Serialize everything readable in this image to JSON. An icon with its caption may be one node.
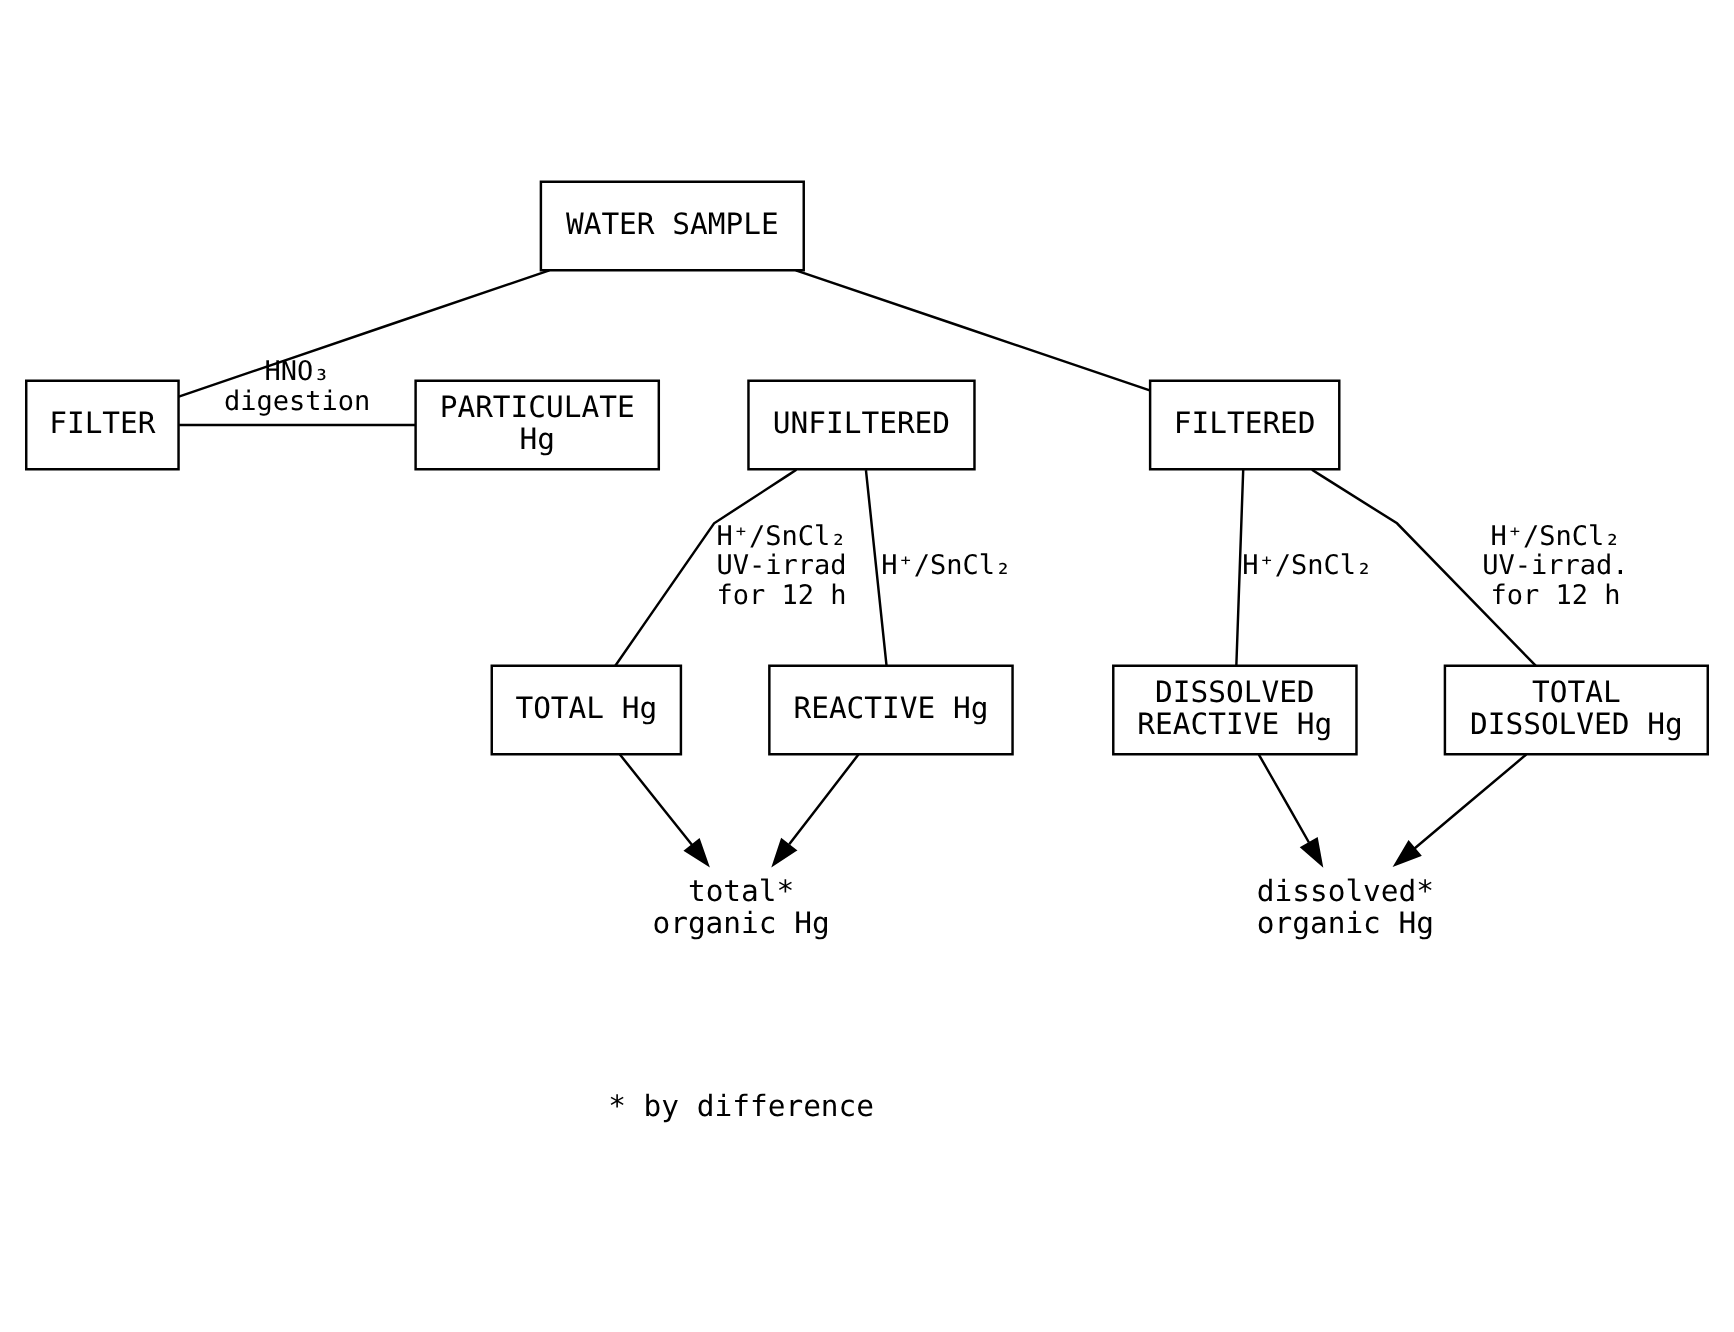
{
  "diagram": {
    "nodes": [
      {
        "text": [
          "WATER SAMPLE"
        ]
      },
      {
        "text": [
          "FILTER"
        ]
      },
      {
        "text": [
          "PARTICULATE Hg"
        ]
      },
      {
        "text": [
          "UNFILTERED"
        ]
      },
      {
        "text": [
          "FILTERED"
        ]
      },
      {
        "text": [
          "TOTAL Hg"
        ]
      },
      {
        "text": [
          "REACTIVE Hg"
        ]
      },
      {
        "text": [
          "DISSOLVED REACTIVE Hg"
        ]
      },
      {
        "text": [
          "TOTAL DISSOLVED Hg"
        ]
      },
      {
        "text": [
          "total* organic Hg"
        ]
      },
      {
        "text": [
          "dissolved* organic Hg"
        ]
      }
    ],
    "edges": [
      {
        "from": 0,
        "to": 1,
        "arrow": "none"
      },
      {
        "from": 0,
        "to": 4,
        "arrow": "none"
      },
      {
        "from": 1,
        "to": 2,
        "arrow": "none",
        "label": "HNO₃ digestion"
      },
      {
        "from": 3,
        "to": 5,
        "arrow": "none",
        "label": "H⁺/SnCl₂ UV-irrad for 12 h"
      },
      {
        "from": 3,
        "to": 6,
        "arrow": "none",
        "label": "H⁺/SnCl₂"
      },
      {
        "from": 4,
        "to": 7,
        "arrow": "none",
        "label": "H⁺/SnCl₂"
      },
      {
        "from": 4,
        "to": 8,
        "arrow": "none",
        "label": "H⁺/SnCl₂ UV-irrad. for 12 h"
      },
      {
        "from": 5,
        "to": 9,
        "arrow": "to"
      },
      {
        "from": 6,
        "to": 9,
        "arrow": "to"
      },
      {
        "from": 7,
        "to": 10,
        "arrow": "to"
      },
      {
        "from": 8,
        "to": 10,
        "arrow": "to"
      }
    ],
    "labels": [
      "* by difference"
    ]
  }
}
